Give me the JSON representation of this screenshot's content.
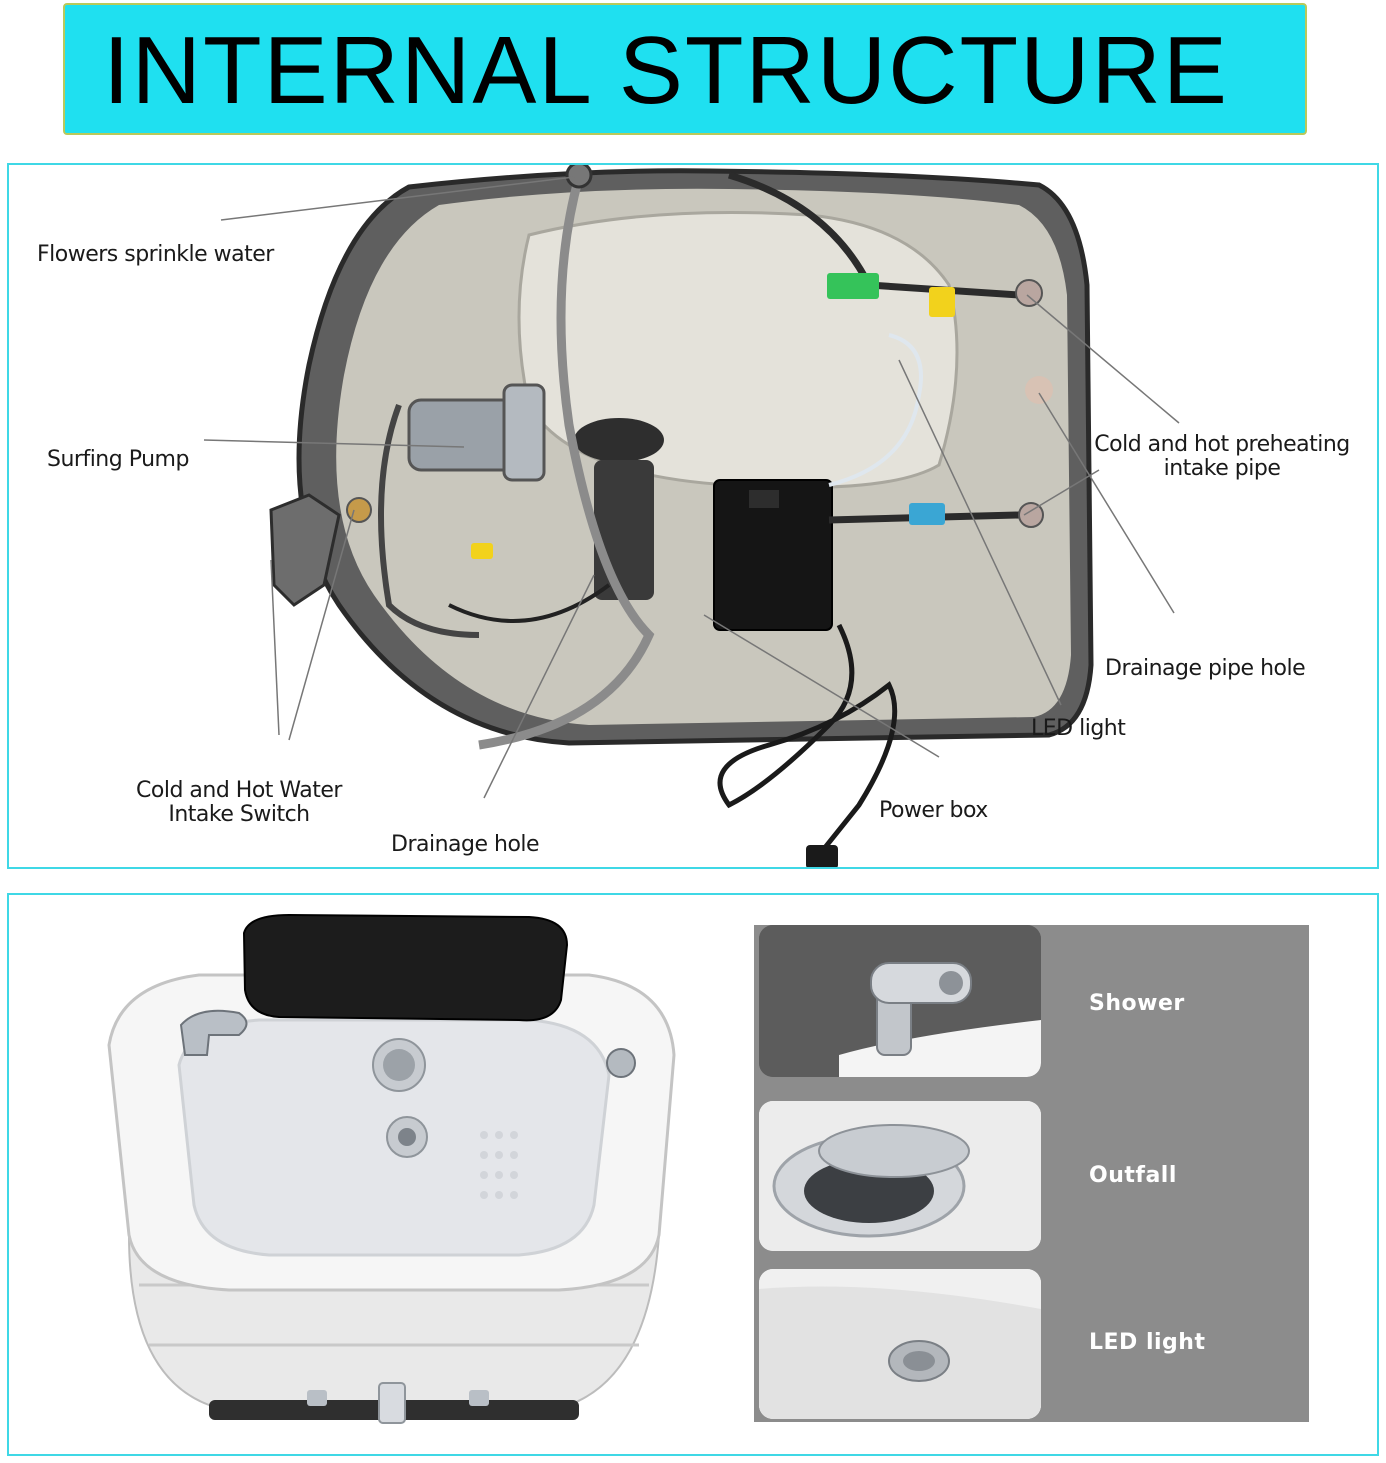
{
  "header": {
    "title": "INTERNAL STRUCTURE"
  },
  "structure": {
    "callouts": {
      "flowers_sprinkle": "Flowers sprinkle water",
      "surfing_pump": "Surfing Pump",
      "intake_pipe_line1": "Cold and hot preheating",
      "intake_pipe_line2": "intake pipe",
      "drainage_pipe_hole": "Drainage pipe hole",
      "led_light": "LED light",
      "intake_switch_line1": "Cold and Hot Water",
      "intake_switch_line2": "Intake Switch",
      "power_box": "Power box",
      "drainage_hole": "Drainage hole"
    }
  },
  "features": [
    {
      "label": "Shower",
      "icon": "shower-head-icon"
    },
    {
      "label": "Outfall",
      "icon": "drain-plug-icon"
    },
    {
      "label": "LED light",
      "icon": "led-light-icon"
    }
  ],
  "colors": {
    "banner": "#1fe0f0",
    "panel_border": "#3fd8e6",
    "feature_strip": "#8c8c8c"
  }
}
